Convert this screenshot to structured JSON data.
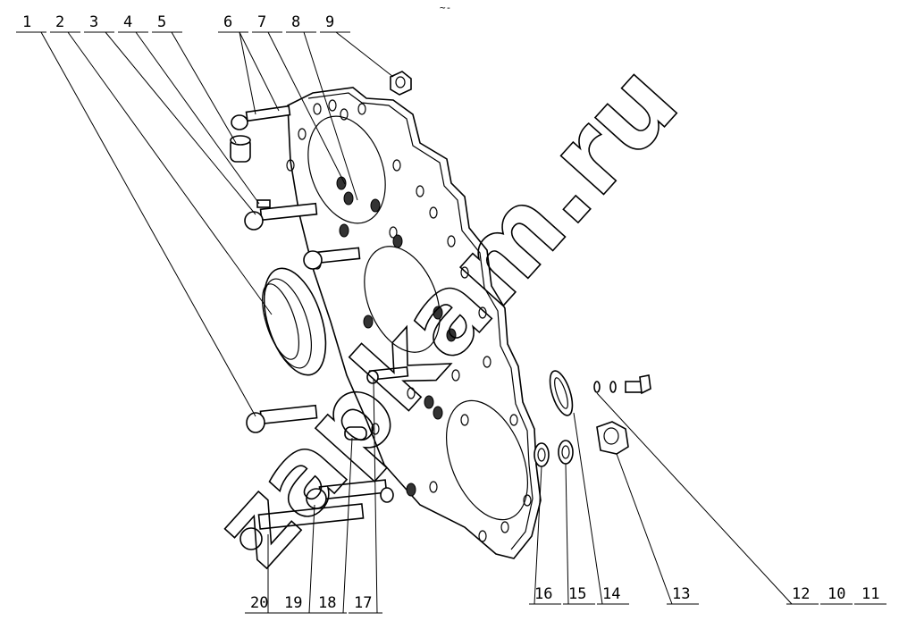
{
  "top_mark": "~-",
  "watermark": "zapkam.ru",
  "callouts_top": [
    "1",
    "2",
    "3",
    "4",
    "5",
    "6",
    "7",
    "8",
    "9"
  ],
  "callouts_bottom": [
    "20",
    "19",
    "18",
    "17",
    "16",
    "15",
    "14",
    "13",
    "12",
    "10",
    "11"
  ]
}
